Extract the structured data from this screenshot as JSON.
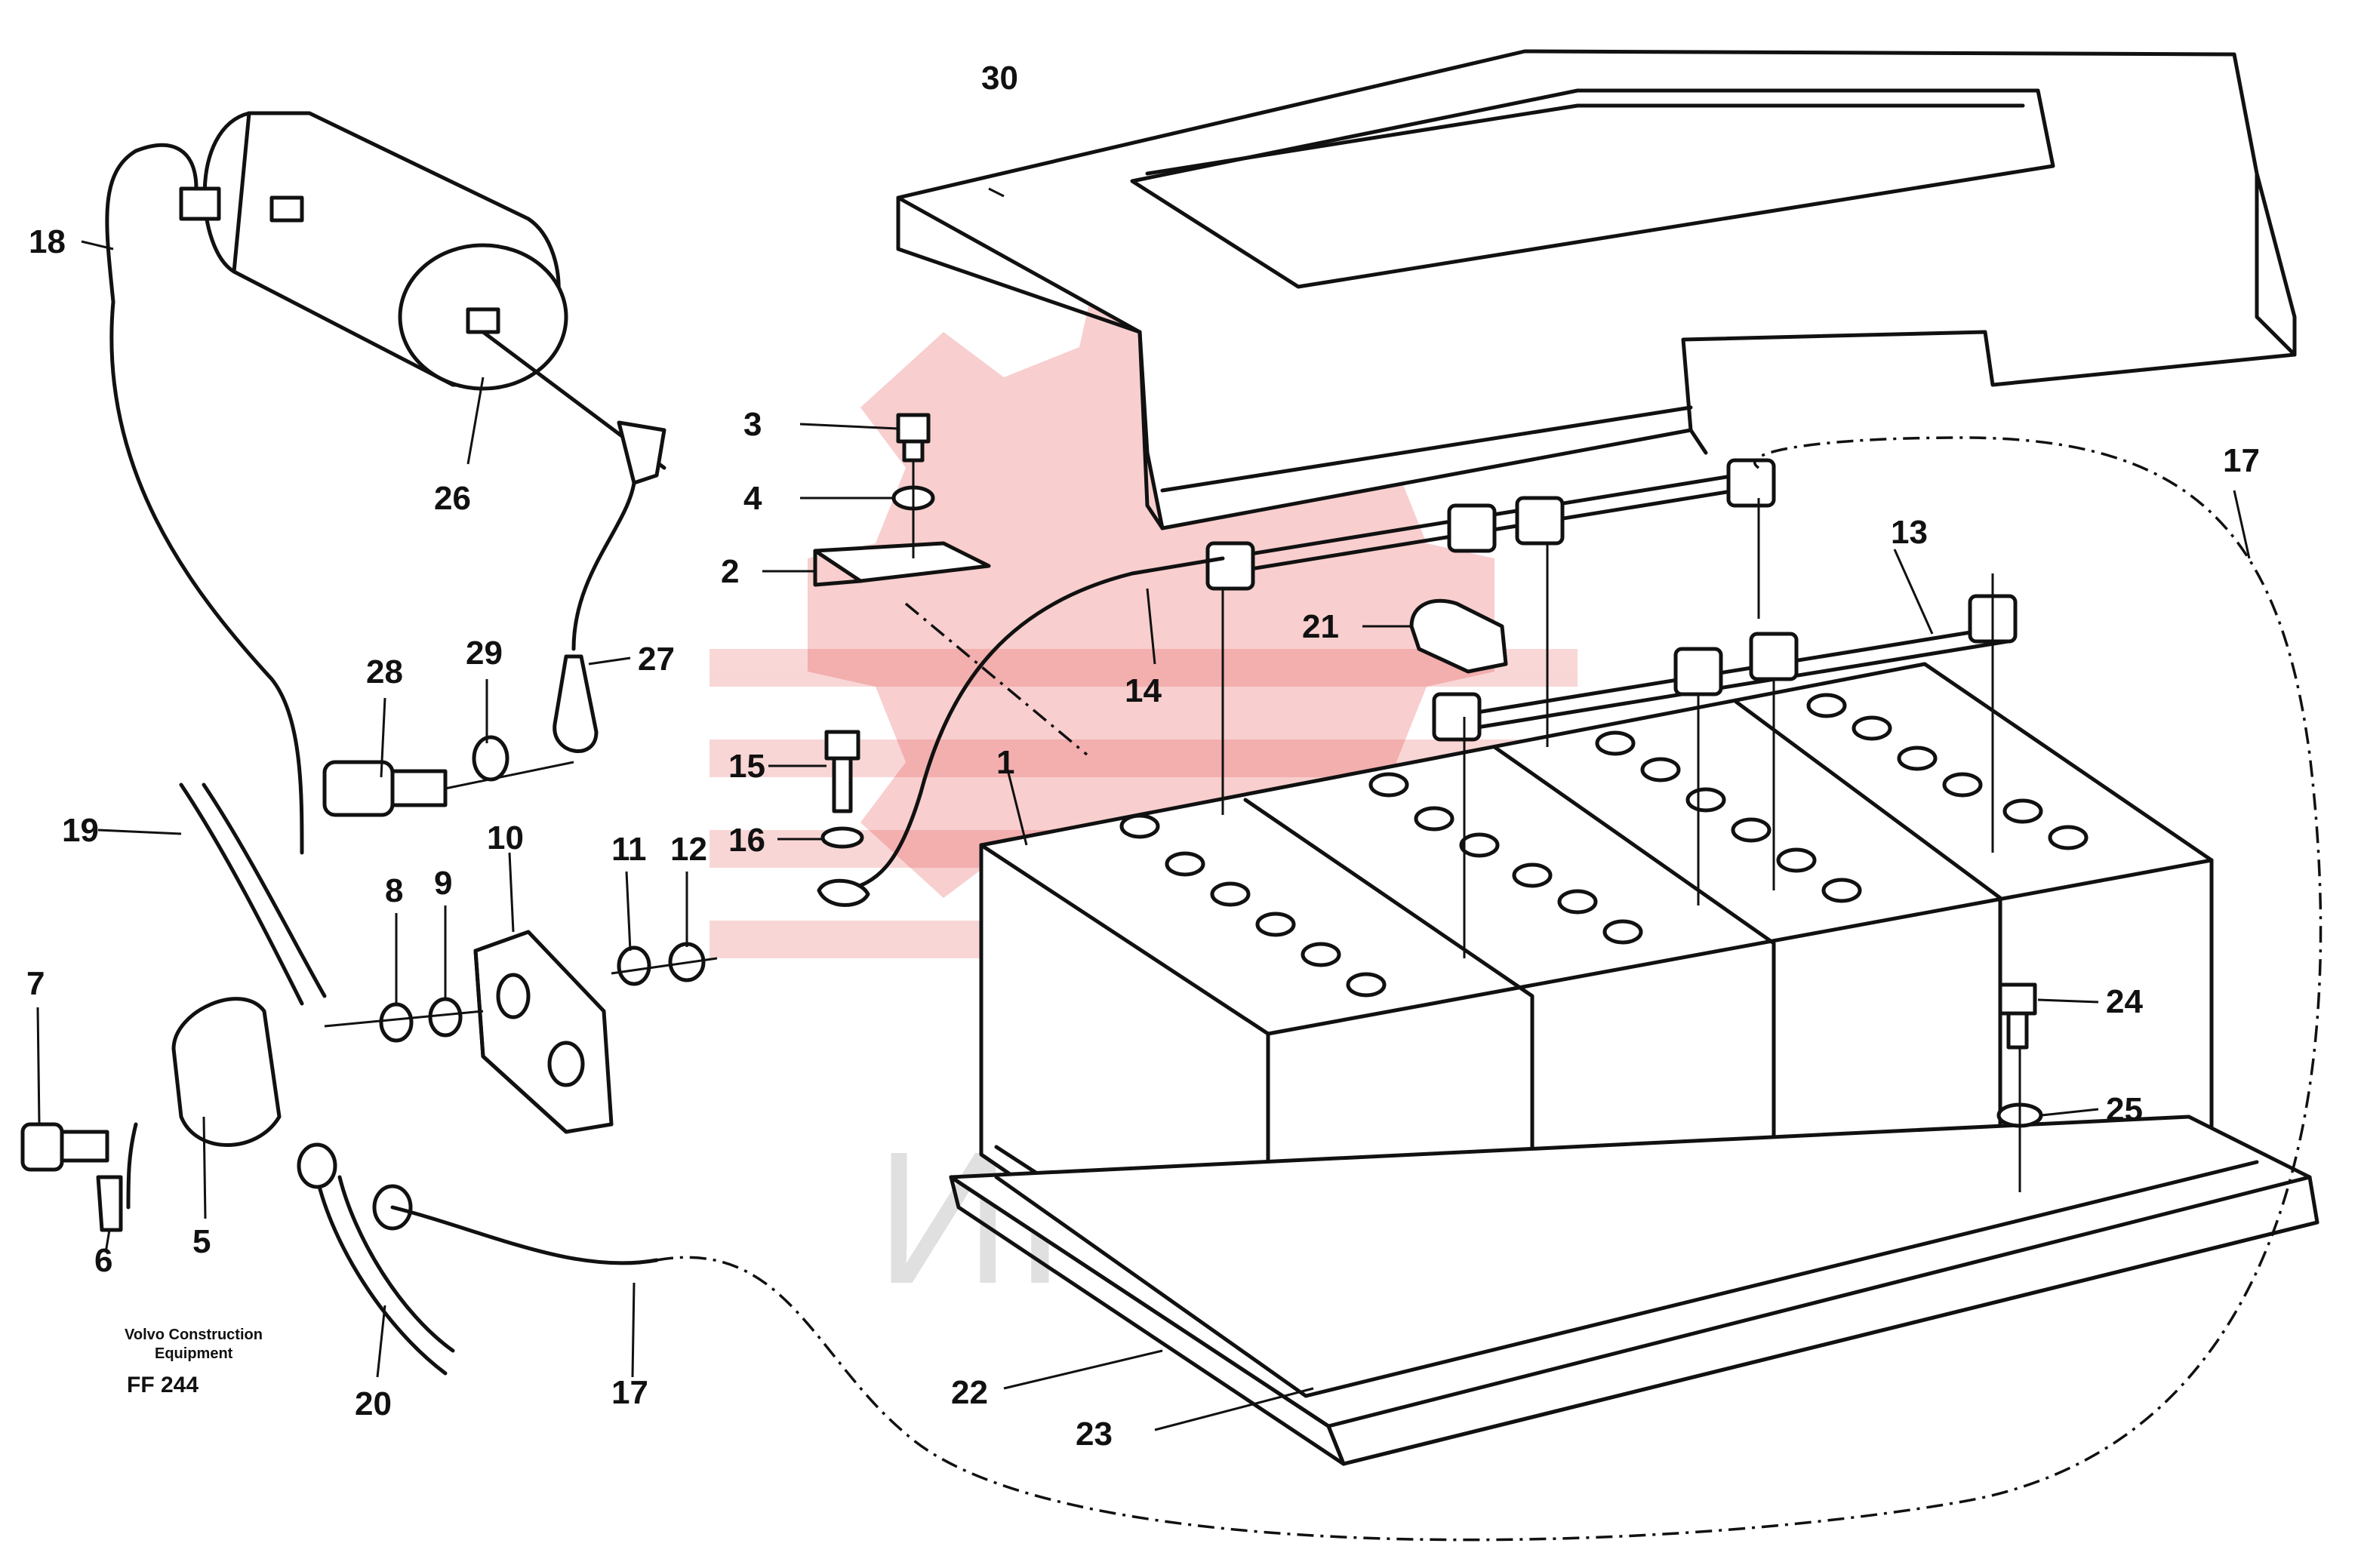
{
  "caption": {
    "brand_line1": "Volvo Construction",
    "brand_line2": "Equipment",
    "figure_code": "FF 244"
  },
  "watermark": {
    "text": "ИНТЕХ",
    "logo_color": "#e02020"
  },
  "callouts": [
    "1",
    "2",
    "3",
    "4",
    "5",
    "6",
    "7",
    "8",
    "9",
    "10",
    "11",
    "12",
    "13",
    "14",
    "15",
    "16",
    "17",
    "18",
    "19",
    "20",
    "21",
    "22",
    "23",
    "24",
    "25",
    "26",
    "27",
    "28",
    "29",
    "30"
  ]
}
